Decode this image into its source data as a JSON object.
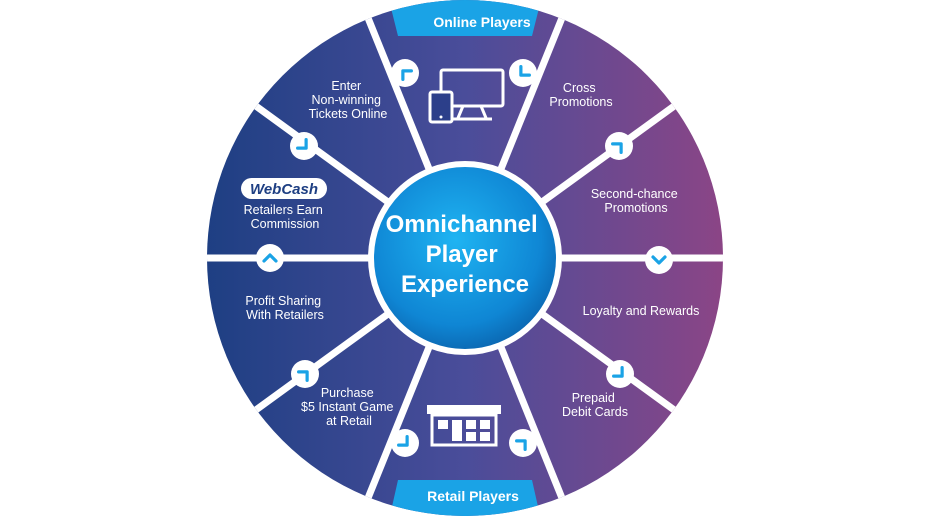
{
  "center": {
    "lines": [
      "Omnichannel",
      "Player",
      "Experience"
    ]
  },
  "bands": {
    "top": "Online Players",
    "bottom": "Retail Players"
  },
  "logo": {
    "text": "WebCash"
  },
  "segments": [
    {
      "id": "enter-tickets",
      "lines": [
        "Enter",
        "Non-winning",
        "Tickets Online"
      ]
    },
    {
      "id": "cross-promotions",
      "lines": [
        "Cross",
        "Promotions"
      ]
    },
    {
      "id": "second-chance",
      "lines": [
        "Second-chance",
        "Promotions"
      ]
    },
    {
      "id": "loyalty-rewards",
      "lines": [
        "Loyalty and Rewards"
      ]
    },
    {
      "id": "prepaid-debit",
      "lines": [
        "Prepaid",
        "Debit Cards"
      ]
    },
    {
      "id": "purchase-instant",
      "lines": [
        "Purchase",
        "$5 Instant Game",
        "at Retail"
      ]
    },
    {
      "id": "profit-sharing",
      "lines": [
        "Profit Sharing",
        "With Retailers"
      ]
    },
    {
      "id": "retailers-commission",
      "lines": [
        "Retailers Earn",
        "Commission"
      ]
    }
  ],
  "icons": [
    "devices-icon",
    "store-icon"
  ],
  "colors": {
    "left": "#1f4184",
    "right": "#8a4585",
    "accent": "#1aa3e6",
    "divider": "#ffffff",
    "text": "#ffffff"
  }
}
